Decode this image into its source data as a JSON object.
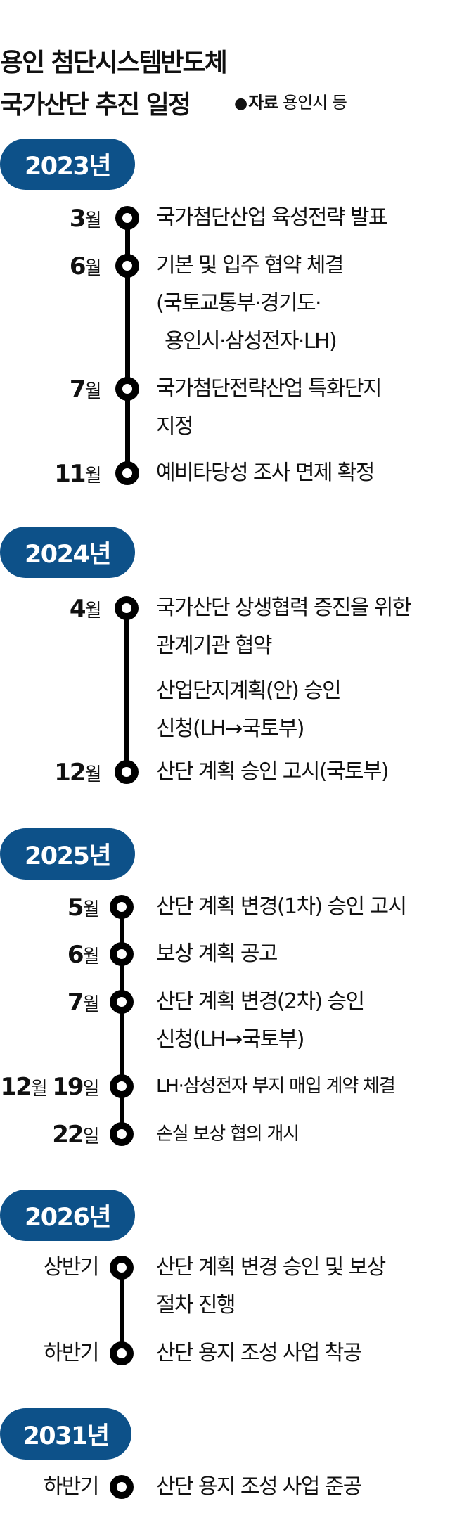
{
  "header": {
    "title_line1": "용인 첨단시스템반도체",
    "title_line2": "국가산단 추진 일정",
    "source_bullet": "●",
    "source_label": "자료",
    "source_value": "용인시 등"
  },
  "accent_color": "#0d5189",
  "timeline": [
    {
      "year": "2023년",
      "events": [
        {
          "num": "3",
          "unit": "월",
          "lines": [
            "국가첨단산업 육성전략 발표"
          ]
        },
        {
          "num": "6",
          "unit": "월",
          "lines": [
            "기본 및 입주 협약 체결",
            "(국토교통부·경기도·",
            "용인시·삼성전자·LH)"
          ]
        },
        {
          "num": "7",
          "unit": "월",
          "lines": [
            "국가첨단전략산업 특화단지",
            "지정"
          ]
        },
        {
          "num": "11",
          "unit": "월",
          "lines": [
            "예비타당성 조사 면제 확정"
          ]
        }
      ]
    },
    {
      "year": "2024년",
      "events": [
        {
          "num": "4",
          "unit": "월",
          "lines": [
            "국가산단 상생협력 증진을 위한",
            "관계기관 협약"
          ]
        },
        {
          "num": "",
          "unit": "",
          "lines": [
            "산업단지계획(안) 승인",
            "신청(LH→국토부)"
          ]
        },
        {
          "num": "12",
          "unit": "월",
          "lines": [
            "산단 계획 승인 고시(국토부)"
          ]
        }
      ]
    },
    {
      "year": "2025년",
      "events": [
        {
          "num": "5",
          "unit": "월",
          "lines": [
            "산단 계획 변경(1차) 승인 고시"
          ]
        },
        {
          "num": "6",
          "unit": "월",
          "lines": [
            "보상 계획 공고"
          ]
        },
        {
          "num": "7",
          "unit": "월",
          "lines": [
            "산단 계획 변경(2차) 승인",
            "신청(LH→국토부)"
          ]
        },
        {
          "num": "12",
          "unit": "월",
          "num2": "19",
          "unit2": "일",
          "lines": [
            "LH·삼성전자 부지 매입 계약 체결"
          ]
        },
        {
          "num": "22",
          "unit": "일",
          "lines": [
            "손실 보상 협의 개시"
          ]
        }
      ]
    },
    {
      "year": "2026년",
      "events": [
        {
          "label": "상반기",
          "lines": [
            "산단 계획 변경 승인 및 보상",
            "절차 진행"
          ]
        },
        {
          "label": "하반기",
          "lines": [
            "산단 용지 조성 사업 착공"
          ]
        }
      ]
    },
    {
      "year": "2031년",
      "events": [
        {
          "label": "하반기",
          "lines": [
            "산단 용지 조성 사업 준공"
          ]
        }
      ]
    }
  ]
}
